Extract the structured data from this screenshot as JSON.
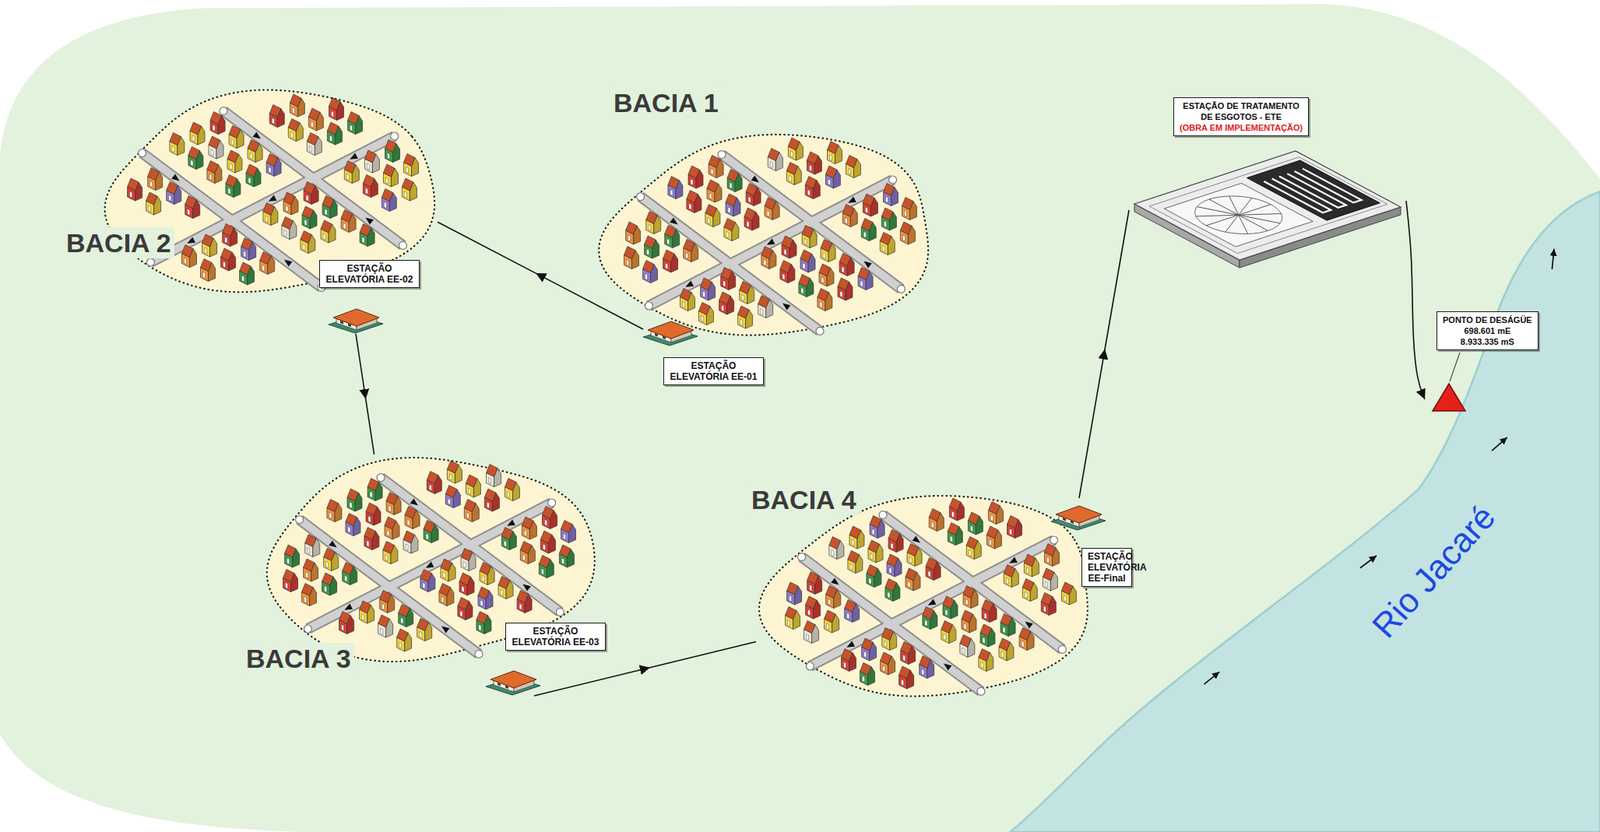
{
  "diagram": {
    "nodes": [
      {
        "text": [
          "BACIA 1"
        ]
      },
      {
        "text": [
          "ESTAÇÃO ELEVATÓRIA EE-01"
        ]
      },
      {
        "text": [
          "BACIA 2"
        ]
      },
      {
        "text": [
          "ESTAÇÃO ELEVATÓRIA EE-02"
        ]
      },
      {
        "text": [
          "BACIA 3"
        ]
      },
      {
        "text": [
          "ESTAÇÃO ELEVATÓRIA EE-03"
        ]
      },
      {
        "text": [
          "BACIA 4"
        ]
      },
      {
        "text": [
          "ESTAÇÃO ELEVATÓRIA EE-Final"
        ]
      },
      {
        "text": [
          "ESTAÇÃO DE TRATAMENTO DE ESGOTOS - ETE",
          "(OBRA EM IMPLEMENTAÇÃO)"
        ]
      },
      {
        "text": [
          "PONTO DE DESÁGÜE",
          "698.601 mE",
          "8.933.335 mS"
        ]
      }
    ],
    "edges": [
      {
        "from": 1,
        "to": 2,
        "arrow": "to"
      },
      {
        "from": 3,
        "to": 4,
        "arrow": "to"
      },
      {
        "from": 5,
        "to": 6,
        "arrow": "to"
      },
      {
        "from": 7,
        "to": 8,
        "arrow": "to"
      },
      {
        "from": 8,
        "to": 9,
        "arrow": "to"
      }
    ],
    "labels": [
      "Rio Jacaré"
    ]
  }
}
